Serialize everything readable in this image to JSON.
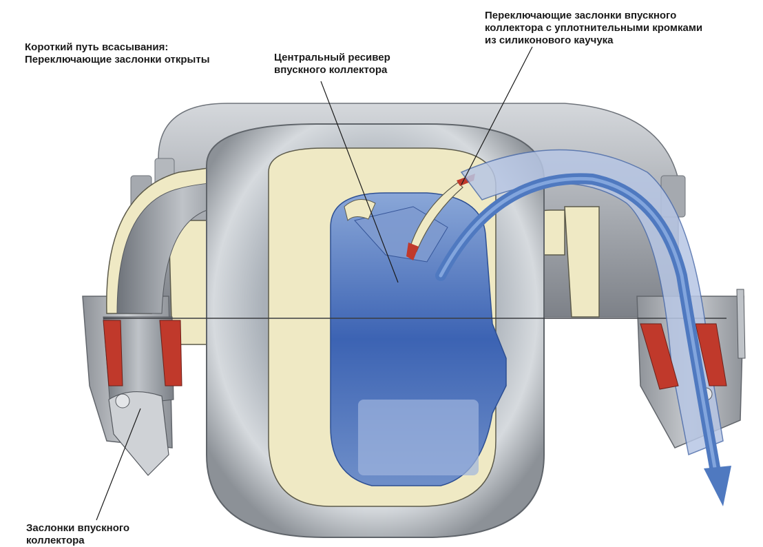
{
  "labels": {
    "short_path": {
      "line1": "Короткий путь всасывания:",
      "line2": "Переключающие заслонки открыты"
    },
    "central_receiver": {
      "line1": "Центральный ресивер",
      "line2": "впускного коллектора"
    },
    "switching_flaps_seals": {
      "line1": "Переключающие заслонки впускного",
      "line2": "коллектора с уплотнительными кромками",
      "line3": "из силиконового каучука"
    },
    "intake_flaps": {
      "line1": "Заслонки впускного",
      "line2": "коллектора"
    }
  },
  "colors": {
    "housing_gray": "#a9adb3",
    "cut_section": "#efe9c4",
    "air_flow_blue": "#4f79c0",
    "flap_red": "#c0392b",
    "inner_blue": "#3c63b3"
  }
}
